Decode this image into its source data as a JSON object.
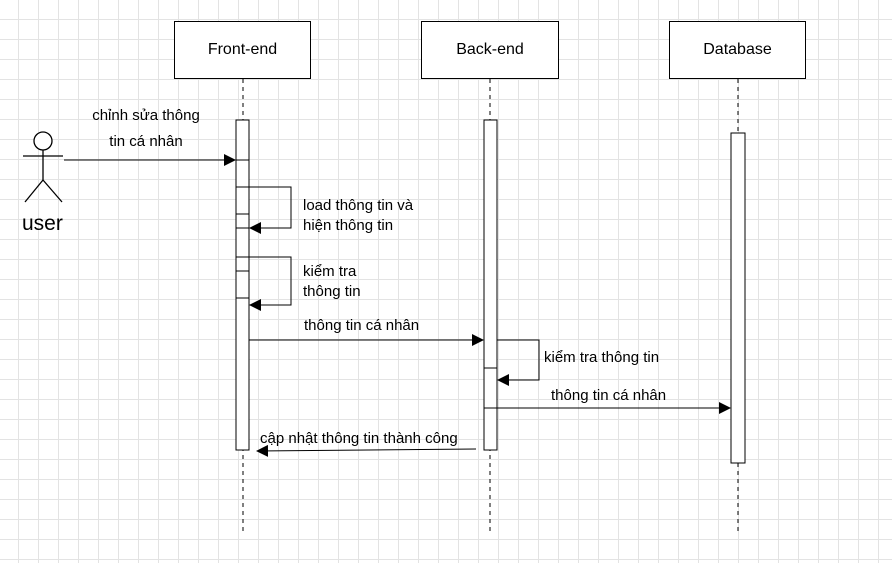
{
  "participants": {
    "frontend": "Front-end",
    "backend": "Back-end",
    "database": "Database"
  },
  "actor": {
    "label": "user"
  },
  "messages": {
    "m1_line1": "chỉnh sửa thông",
    "m1_line2": "tin cá nhân",
    "m2_line1": "load thông tin và",
    "m2_line2": "hiện thông tin",
    "m3_line1": "kiểm tra",
    "m3_line2": "thông tin",
    "m4": "thông tin cá nhân",
    "m5": "kiểm tra thông tin",
    "m6": "thông tin cá nhân",
    "m7": "cập nhật thông tin thành công"
  }
}
